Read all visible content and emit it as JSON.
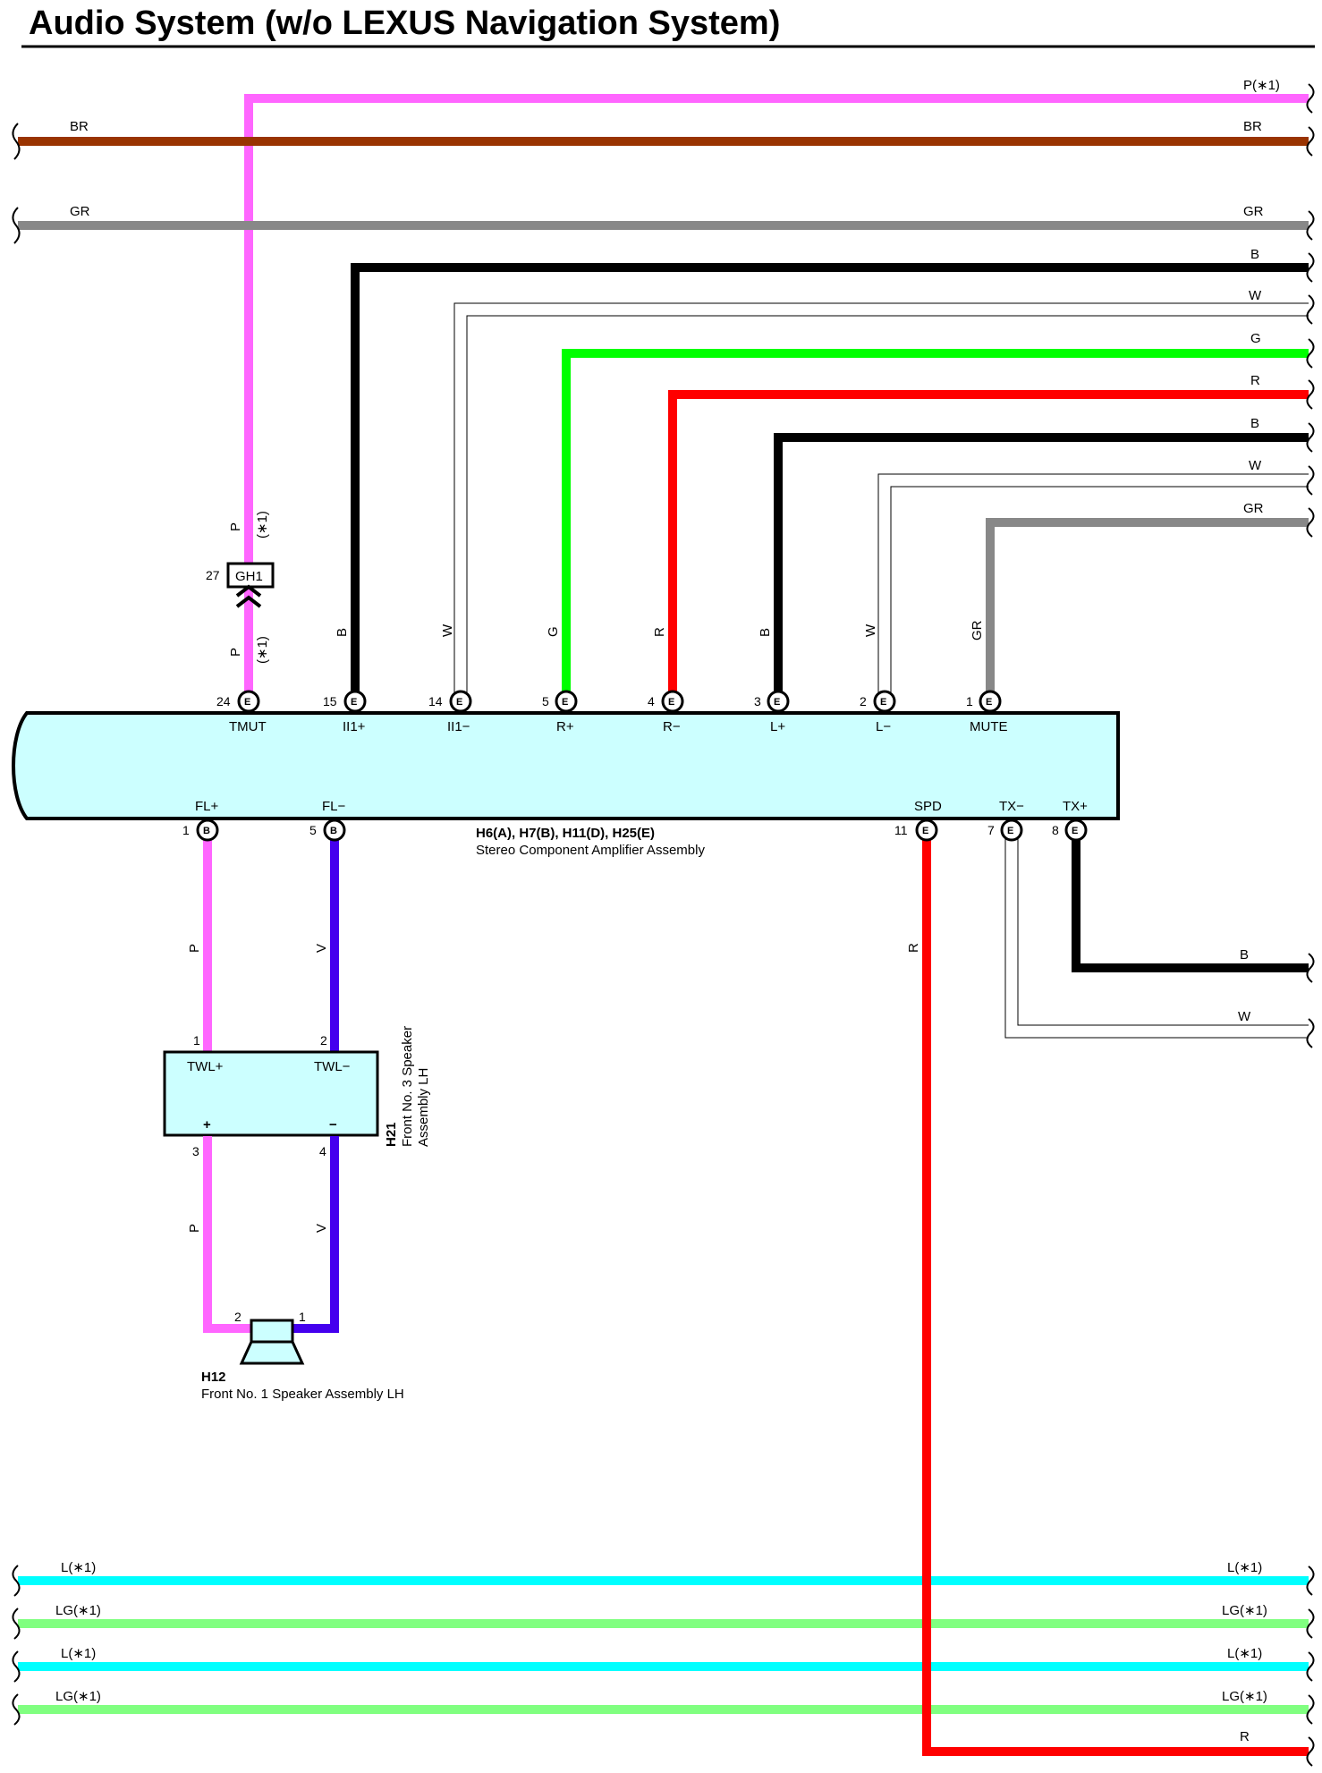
{
  "title": "Audio System (w/o LEXUS Navigation System)",
  "colors": {
    "P": "#ff66ff",
    "BR": "#993300",
    "GR": "#888888",
    "B": "#000000",
    "G": "#00ff00",
    "R": "#ff0000",
    "V": "#4400ee",
    "L": "#00ffff",
    "LG": "#80ff80",
    "box_fill": "#ccffff"
  },
  "top_wires_right": [
    {
      "label": "P(∗1)"
    },
    {
      "label": "BR"
    },
    {
      "label": "GR"
    },
    {
      "label": "B"
    },
    {
      "label": "W"
    },
    {
      "label": "G"
    },
    {
      "label": "R"
    },
    {
      "label": "B"
    },
    {
      "label": "W"
    },
    {
      "label": "GR"
    }
  ],
  "top_wires_left": [
    {
      "label": "BR"
    },
    {
      "label": "GR"
    }
  ],
  "amplifier": {
    "connectors": "H6(A), H7(B), H11(D), H25(E)",
    "name": "Stereo Component Amplifier Assembly",
    "top_pins": [
      {
        "num": "24",
        "term": "E",
        "name": "TMUT",
        "wire": "P"
      },
      {
        "num": "15",
        "term": "E",
        "name": "II1+",
        "wire": "B"
      },
      {
        "num": "14",
        "term": "E",
        "name": "II1−",
        "wire": "W"
      },
      {
        "num": "5",
        "term": "E",
        "name": "R+",
        "wire": "G"
      },
      {
        "num": "4",
        "term": "E",
        "name": "R−",
        "wire": "R"
      },
      {
        "num": "3",
        "term": "E",
        "name": "L+",
        "wire": "B"
      },
      {
        "num": "2",
        "term": "E",
        "name": "L−",
        "wire": "W"
      },
      {
        "num": "1",
        "term": "E",
        "name": "MUTE",
        "wire": "GR"
      }
    ],
    "bottom_pins": [
      {
        "num": "1",
        "term": "B",
        "name": "FL+"
      },
      {
        "num": "5",
        "term": "B",
        "name": "FL−"
      },
      {
        "num": "11",
        "term": "E",
        "name": "SPD"
      },
      {
        "num": "7",
        "term": "E",
        "name": "TX−"
      },
      {
        "num": "8",
        "term": "E",
        "name": "TX+"
      }
    ]
  },
  "junction": {
    "pin": "27",
    "name": "GH1",
    "wire_label": "P",
    "note": "(∗1)"
  },
  "tweeter": {
    "id": "H21",
    "name_line1": "Front No. 3 Speaker",
    "name_line2": "Assembly LH",
    "pin_top_left": "1",
    "pin_top_right": "2",
    "term_left": "TWL+",
    "term_right": "TWL−",
    "sign_left": "+",
    "sign_right": "−",
    "pin_bottom_left": "3",
    "pin_bottom_right": "4"
  },
  "speaker": {
    "id": "H12",
    "name": "Front No.  1 Speaker Assembly LH",
    "pin_left": "2",
    "pin_right": "1"
  },
  "wire_labels": {
    "fl_plus": "P",
    "fl_minus": "V",
    "spd": "R",
    "tx_plus": "B",
    "tx_minus": "W",
    "bottom_r": "R"
  },
  "bottom_wires": [
    {
      "left": "L(∗1)",
      "right": "L(∗1)",
      "color": "L"
    },
    {
      "left": "LG(∗1)",
      "right": "LG(∗1)",
      "color": "LG"
    },
    {
      "left": "L(∗1)",
      "right": "L(∗1)",
      "color": "L"
    },
    {
      "left": "LG(∗1)",
      "right": "LG(∗1)",
      "color": "LG"
    }
  ]
}
